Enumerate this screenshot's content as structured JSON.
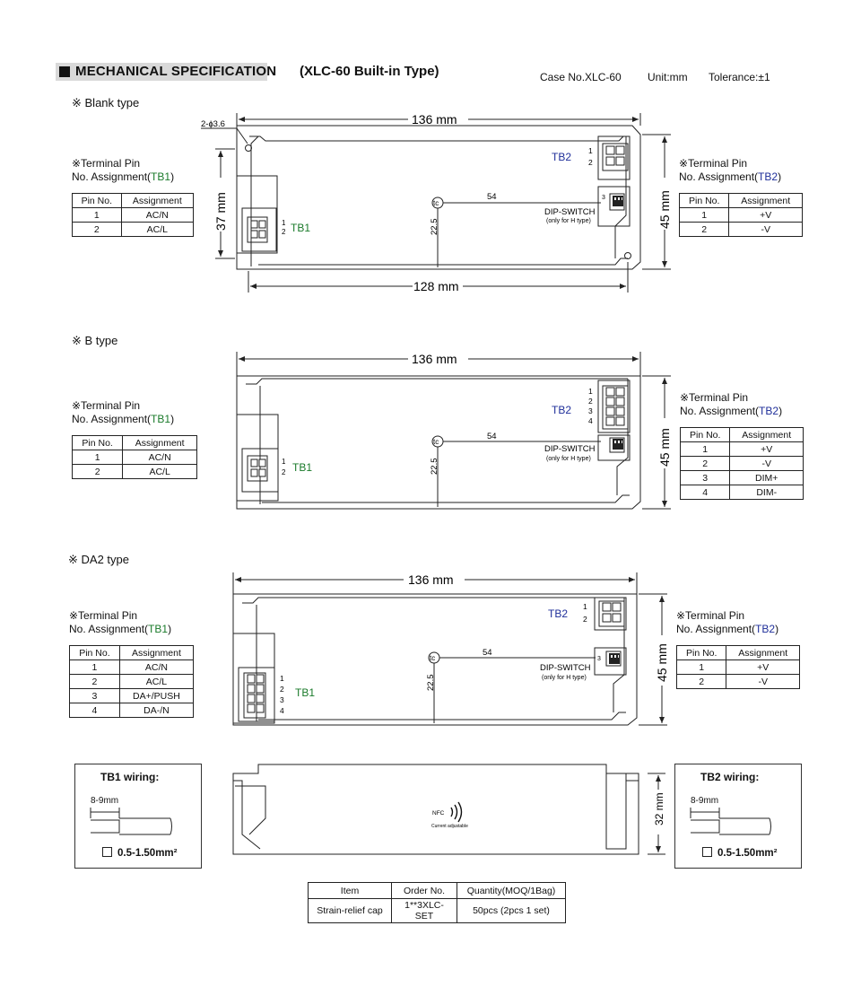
{
  "header": {
    "title": "MECHANICAL SPECIFICATION",
    "subtitle": "(XLC-60 Built-in Type)",
    "case_no": "Case No.XLC-60",
    "unit": "Unit:mm",
    "tolerance": "Tolerance:±1"
  },
  "terminal_pin_label": "※Terminal Pin",
  "no_assignment_prefix": "No. Assignment(",
  "table_headers": {
    "pin_no": "Pin No.",
    "assignment": "Assignment"
  },
  "blank_type": {
    "label": "※ Blank type",
    "hole_callout": "2-ɸ3.6",
    "width_top": "136 mm",
    "width_bottom": "128 mm",
    "height_left": "37 mm",
    "height_right": "45 mm",
    "dim_54": "54",
    "dim_22_5": "22.5",
    "tc": "tc",
    "tb1": "TB1",
    "tb2": "TB2",
    "dip_switch": "DIP-SWITCH",
    "dip_note": "(only for H type)",
    "tb1_table": [
      [
        "1",
        "AC/N"
      ],
      [
        "2",
        "AC/L"
      ]
    ],
    "tb2_table": [
      [
        "1",
        "+V"
      ],
      [
        "2",
        "-V"
      ]
    ]
  },
  "b_type": {
    "label": "※ B type",
    "width_top": "136 mm",
    "height_right": "45 mm",
    "dim_54": "54",
    "dim_22_5": "22.5",
    "tc": "tc",
    "tb1": "TB1",
    "tb2": "TB2",
    "dip_switch": "DIP-SWITCH",
    "dip_note": "(only for H type)",
    "tb1_table": [
      [
        "1",
        "AC/N"
      ],
      [
        "2",
        "AC/L"
      ]
    ],
    "tb2_table": [
      [
        "1",
        "+V"
      ],
      [
        "2",
        "-V"
      ],
      [
        "3",
        "DIM+"
      ],
      [
        "4",
        "DIM-"
      ]
    ]
  },
  "da2_type": {
    "label": "※ DA2 type",
    "width_top": "136 mm",
    "height_right": "45 mm",
    "dim_54": "54",
    "dim_22_5": "22.5",
    "tc": "tc",
    "tb1": "TB1",
    "tb2": "TB2",
    "dip_switch": "DIP-SWITCH",
    "dip_note": "(only for H type)",
    "tb1_table": [
      [
        "1",
        "AC/N"
      ],
      [
        "2",
        "AC/L"
      ],
      [
        "3",
        "DA+/PUSH"
      ],
      [
        "4",
        "DA-/N"
      ]
    ],
    "tb2_table": [
      [
        "1",
        "+V"
      ],
      [
        "2",
        "-V"
      ]
    ]
  },
  "side_view": {
    "height": "32 mm",
    "nfc": "NFC",
    "current_adjustable": "Current adjustable"
  },
  "tb1_wiring": {
    "title": "TB1 wiring:",
    "strip": "8-9mm",
    "spec": "0.5-1.50mm²"
  },
  "tb2_wiring": {
    "title": "TB2 wiring:",
    "strip": "8-9mm",
    "spec": "0.5-1.50mm²"
  },
  "order_table": {
    "headers": [
      "Item",
      "Order No.",
      "Quantity(MOQ/1Bag)"
    ],
    "row": [
      "Strain-relief cap",
      "1**3XLC-SET",
      "50pcs (2pcs 1 set)"
    ]
  }
}
